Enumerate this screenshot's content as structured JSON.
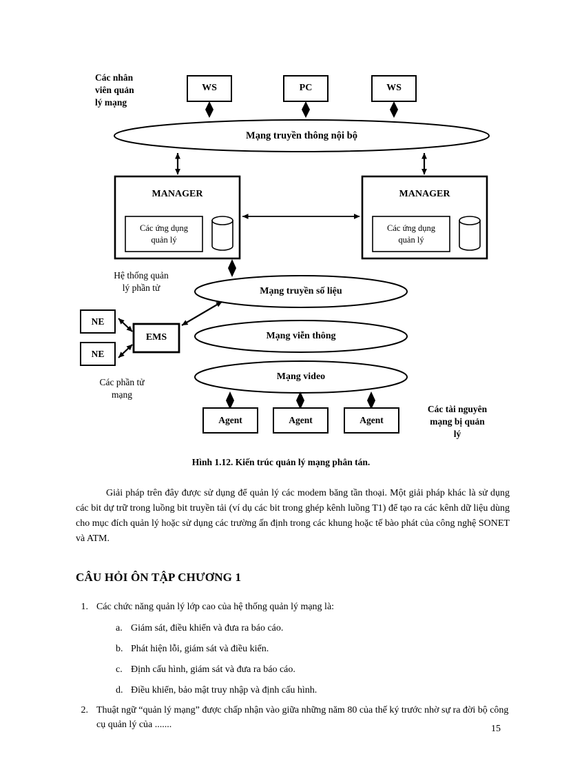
{
  "diagram": {
    "title_caption": "Hình 1.12. Kiến trúc quản lý mạng phân tán.",
    "side_labels": {
      "top_left": "Các nhân\nviên quản\nlý mạng",
      "mid_left": "Hệ thống quản\nlý phần tử",
      "bottom_left": "Các phần tử\nmạng",
      "bottom_right": "Các tài nguyên\nmạng bị quản\nlý"
    },
    "terminals": [
      {
        "label": "WS"
      },
      {
        "label": "PC"
      },
      {
        "label": "WS"
      }
    ],
    "lan_ellipse": "Mạng truyền thông nội bộ",
    "managers": [
      {
        "title": "MANAGER",
        "app_box": "Các ứng dụng\nquản lý",
        "store_icon": "database-cylinder-icon"
      },
      {
        "title": "MANAGER",
        "app_box": "Các ứng dụng\nquản lý",
        "store_icon": "database-cylinder-icon"
      }
    ],
    "network_elements": [
      {
        "label": "NE"
      },
      {
        "label": "NE"
      }
    ],
    "ems": {
      "label": "EMS"
    },
    "network_ellipses": [
      "Mạng truyền số liệu",
      "Mạng viễn thông",
      "Mạng video"
    ],
    "agents": [
      {
        "label": "Agent"
      },
      {
        "label": "Agent"
      },
      {
        "label": "Agent"
      }
    ]
  },
  "body": {
    "paragraph": "Giải pháp trên đây được sử dụng để quản lý các modem băng tần thoại. Một giải pháp khác là sử dụng các bit dự trữ trong luồng bit truyền tải (ví dụ các bit trong ghép kênh luồng T1) để tạo ra các kênh dữ liệu dùng cho mục đích quản lý hoặc sử dụng các trường ấn định trong các khung hoặc tế bào phát của công nghệ SONET và ATM.",
    "section_heading": "CÂU HỎI ÔN TẬP CHƯƠNG 1",
    "questions": [
      {
        "number": "1.",
        "text": "Các chức năng quản lý lớp cao của hệ thống quản lý mạng là:",
        "options": [
          {
            "letter": "a.",
            "text": "Giám sát, điều khiển  và đưa ra báo cáo."
          },
          {
            "letter": "b.",
            "text": "Phát hiện lỗi, giám sát và điều kiển."
          },
          {
            "letter": "c.",
            "text": "Định cấu hình, giám sát và đưa ra báo cáo."
          },
          {
            "letter": "d.",
            "text": "Điều khiển, bảo mật truy nhập và định cấu hình."
          }
        ]
      },
      {
        "number": "2.",
        "text": "Thuật ngữ “quản lý mạng” được chấp nhận vào giữa những năm 80 của thế ký trước nhờ sự ra đời bộ công cụ quản lý của .......",
        "options": []
      }
    ],
    "page_number": "15"
  },
  "colors": {
    "ink": "#000000",
    "page": "#ffffff"
  }
}
